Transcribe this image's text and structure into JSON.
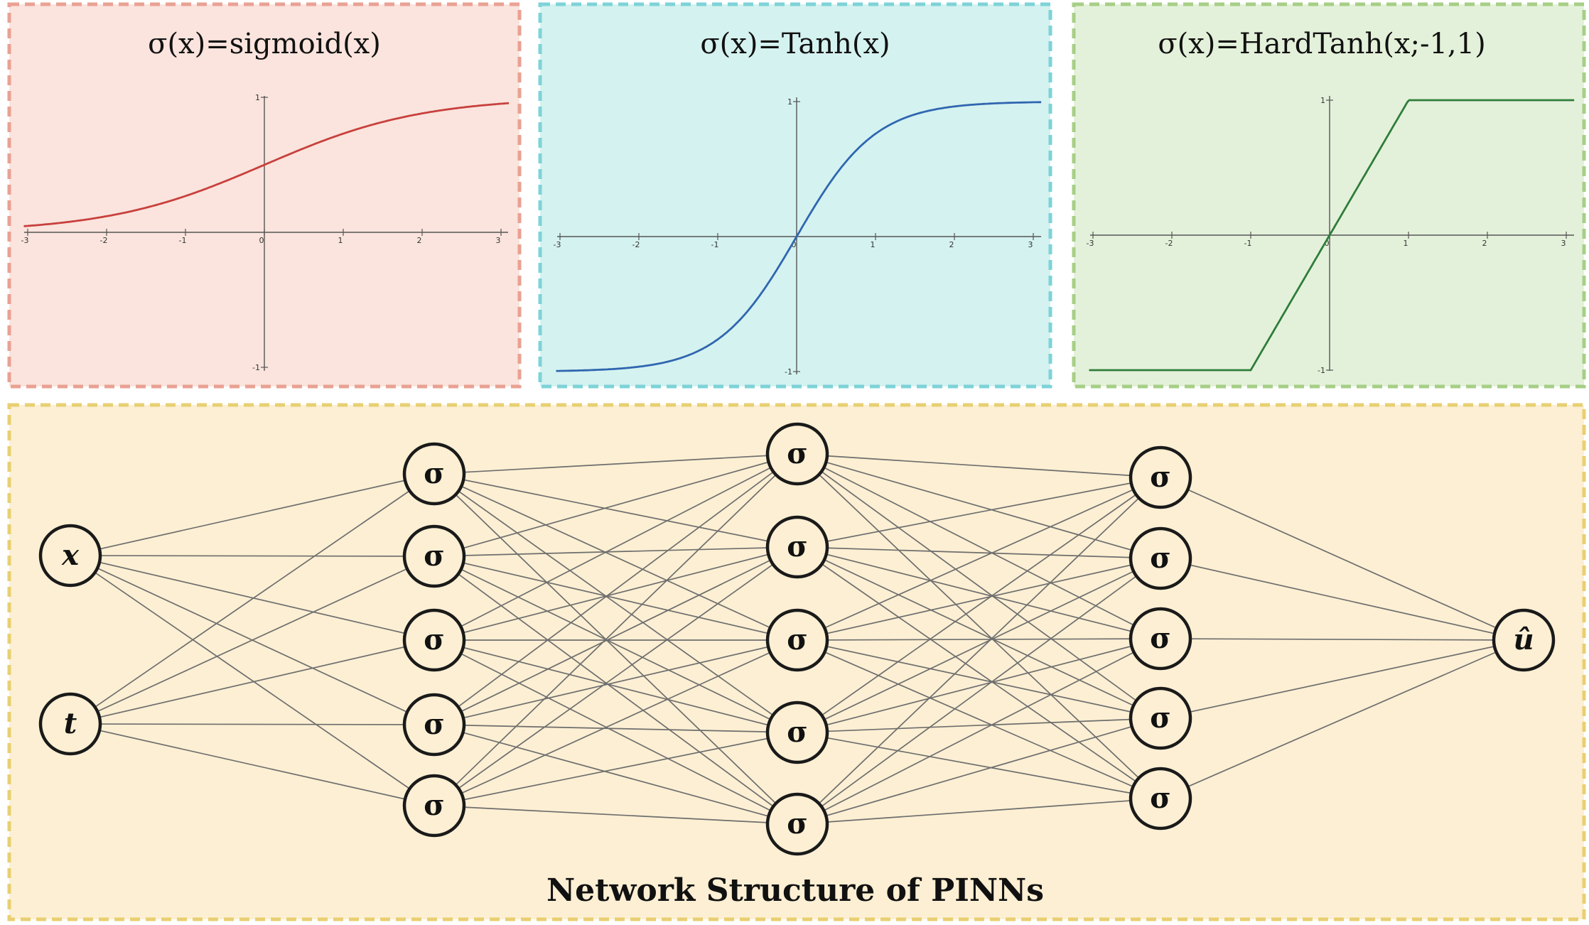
{
  "panels": [
    {
      "title": "σ(x)=sigmoid(x)",
      "bg": "#fae4dd",
      "border": "#e9a193",
      "curve": "#c8403d",
      "fn": "sigmoid"
    },
    {
      "title": "σ(x)=Tanh(x)",
      "bg": "#d4f2f0",
      "border": "#7dd3d8",
      "curve": "#2f66b0",
      "fn": "tanh"
    },
    {
      "title": "σ(x)=HardTanh(x;-1,1)",
      "bg": "#e4f1da",
      "border": "#a6cf86",
      "curve": "#2e7d3a",
      "fn": "hardtanh"
    }
  ],
  "axis": {
    "x_ticks": [
      "-3",
      "-2",
      "-1",
      "0",
      "1",
      "2",
      "3"
    ],
    "y_top": "1",
    "y_bottom": "-1"
  },
  "network": {
    "title": "Network Structure of PINNs",
    "bg": "#fcefd3",
    "border": "#e8cf72",
    "inputs": [
      "x",
      "t"
    ],
    "hidden_symbol": "σ",
    "output": "û",
    "layer_sizes": [
      2,
      5,
      5,
      5,
      1
    ]
  }
}
